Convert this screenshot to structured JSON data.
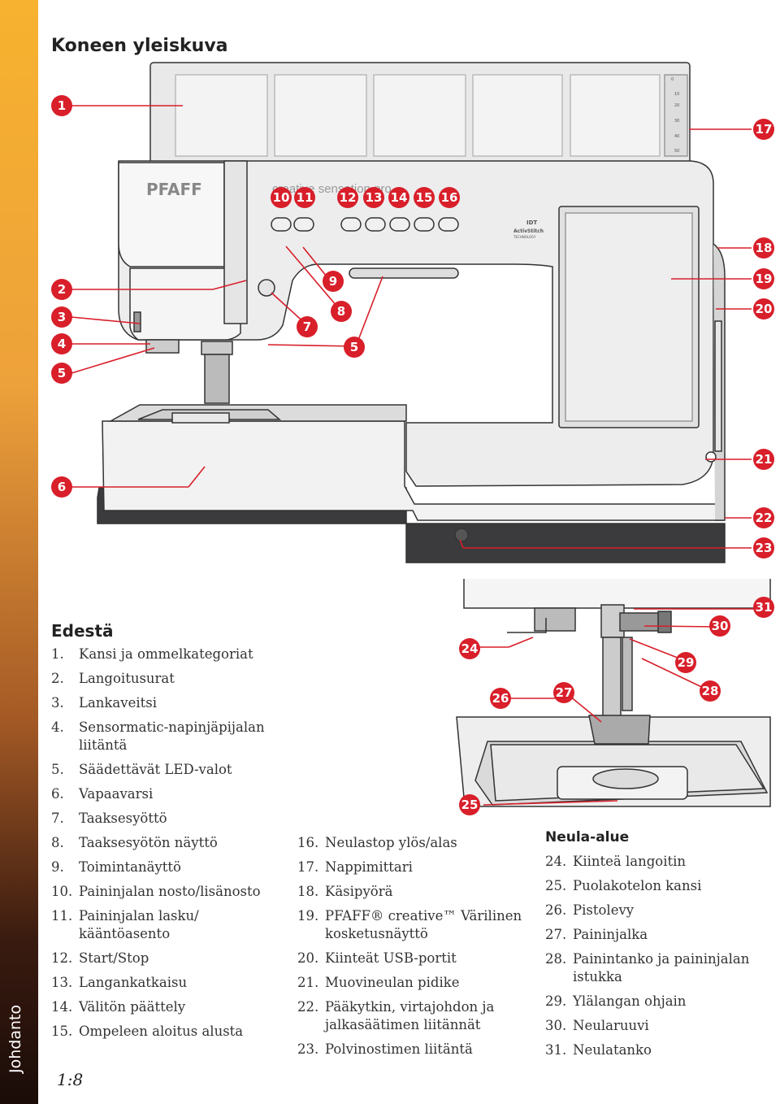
{
  "sidebar": {
    "label": "Johdanto"
  },
  "page_title": "Koneen yleiskuva",
  "illustration": {
    "brand_logo": "PFAFF",
    "model_name": "creative sensation pro",
    "badges": [
      "IDT",
      "ActivStitch",
      "TECHNOLOGY"
    ],
    "ruler_ticks": [
      "0",
      "10",
      "20",
      "30",
      "40",
      "50"
    ],
    "callout_color": "#d81f2a",
    "callouts": [
      "1",
      "2",
      "3",
      "4",
      "5",
      "6",
      "7",
      "8",
      "9",
      "10",
      "11",
      "12",
      "13",
      "14",
      "15",
      "16",
      "17",
      "18",
      "19",
      "20",
      "21",
      "22",
      "23",
      "24",
      "25",
      "26",
      "27",
      "28",
      "29",
      "30",
      "31"
    ],
    "callout_5_repeat": "5"
  },
  "front_section": {
    "heading": "Edestä",
    "items": [
      {
        "num": "1.",
        "text": "Kansi ja ommelkategoriat"
      },
      {
        "num": "2.",
        "text": "Langoitusurat"
      },
      {
        "num": "3.",
        "text": "Lankaveitsi"
      },
      {
        "num": "4.",
        "text": "Sensormatic-napinjäpijalan liitäntä"
      },
      {
        "num": "5.",
        "text": "Säädettävät LED-valot"
      },
      {
        "num": "6.",
        "text": "Vapaavarsi"
      },
      {
        "num": "7.",
        "text": "Taaksesyöttö"
      },
      {
        "num": "8.",
        "text": "Taaksesyötön näyttö"
      },
      {
        "num": "9.",
        "text": "Toimintanäyttö"
      },
      {
        "num": "10.",
        "text": "Paininjalan nosto/lisänosto"
      },
      {
        "num": "11.",
        "text": "Paininjalan lasku/ kääntöasento"
      },
      {
        "num": "12.",
        "text": "Start/Stop"
      },
      {
        "num": "13.",
        "text": "Langankatkaisu"
      },
      {
        "num": "14.",
        "text": "Välitön päättely"
      },
      {
        "num": "15.",
        "text": "Ompeleen aloitus alusta"
      }
    ]
  },
  "middle_section": {
    "items": [
      {
        "num": "16.",
        "text": "Neulastop ylös/alas"
      },
      {
        "num": "17.",
        "text": "Nappimittari"
      },
      {
        "num": "18.",
        "text": "Käsipyörä"
      },
      {
        "num": "19.",
        "text": "PFAFF® creative™ Värilinen kosketusnäyttö"
      },
      {
        "num": "20.",
        "text": "Kiinteät USB-portit"
      },
      {
        "num": "21.",
        "text": "Muovineulan pidike"
      },
      {
        "num": "22.",
        "text": "Pääkytkin, virtajohdon ja jalkasäätimen liitännät"
      },
      {
        "num": "23.",
        "text": "Polvinostimen liitäntä"
      }
    ]
  },
  "needle_section": {
    "heading": "Neula-alue",
    "items": [
      {
        "num": "24.",
        "text": "Kiinteä langoitin"
      },
      {
        "num": "25.",
        "text": "Puolakotelon kansi"
      },
      {
        "num": "26.",
        "text": "Pistolevy"
      },
      {
        "num": "27.",
        "text": "Paininjalka"
      },
      {
        "num": "28.",
        "text": "Painintanko ja paininjalan istukka"
      },
      {
        "num": "29.",
        "text": "Ylälangan ohjain"
      },
      {
        "num": "30.",
        "text": "Neularuuvi"
      },
      {
        "num": "31.",
        "text": "Neulatanko"
      }
    ]
  },
  "page_number": "1:8"
}
